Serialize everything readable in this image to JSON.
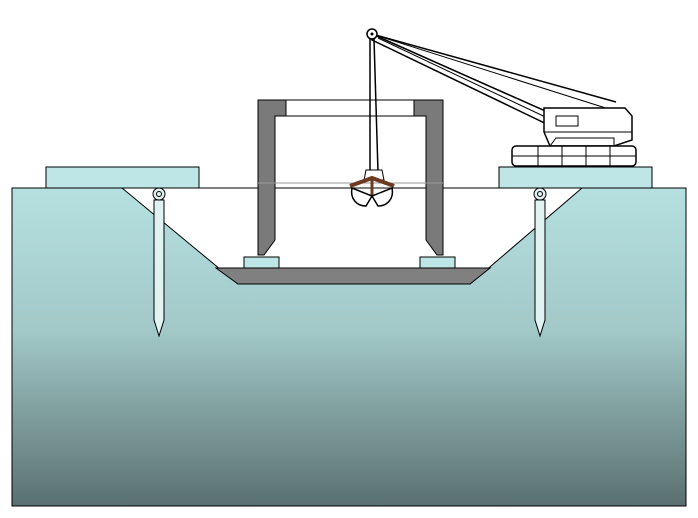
{
  "diagram": {
    "type": "caisson-sinking-schematic",
    "labels": [],
    "colors": {
      "soil_top": "#b6e0e0",
      "soil_bottom": "#5a7070",
      "pad": "#bfe6e6",
      "caisson_wall": "#7a7a7a",
      "caisson_base": "#808080",
      "crane_line": "#000000",
      "grab_bucket": "#6b3a1f",
      "outline": "#000000",
      "background": "#ffffff"
    },
    "components": [
      "ground-soil",
      "excavation-pit",
      "left-surface-pad",
      "right-surface-pad",
      "left-pile",
      "right-pile",
      "caisson-walls",
      "caisson-bottom-slab",
      "crawler-crane",
      "grab-bucket"
    ]
  }
}
